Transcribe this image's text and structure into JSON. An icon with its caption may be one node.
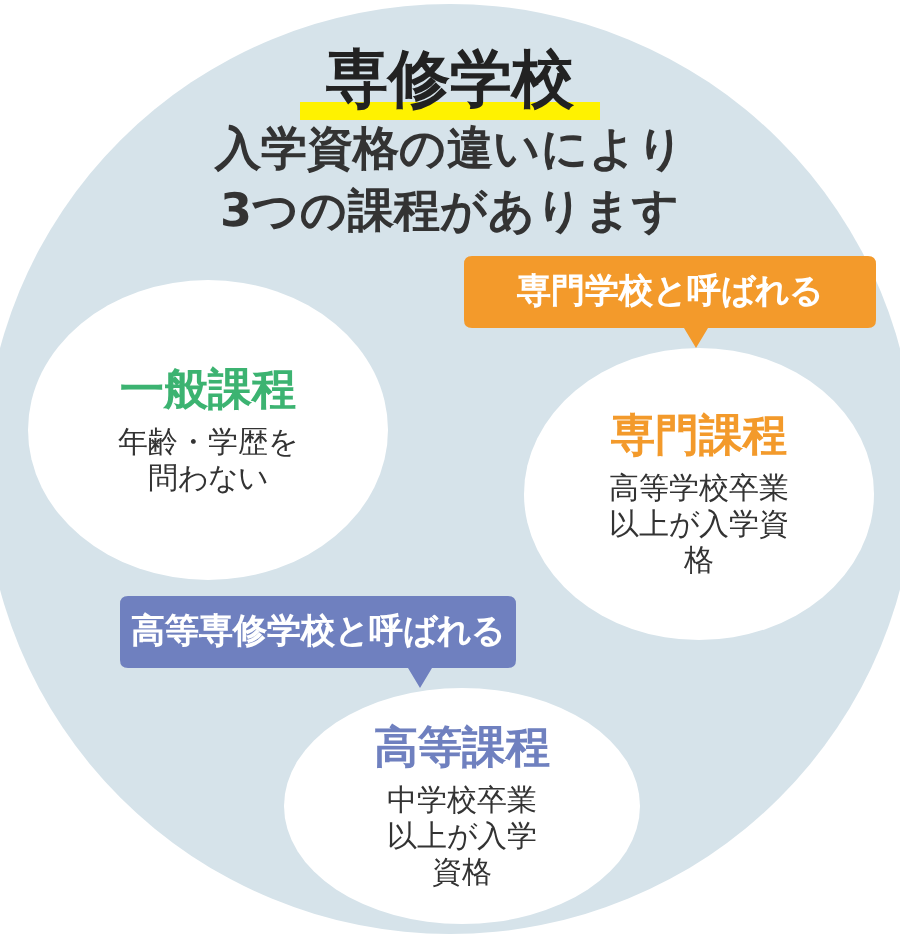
{
  "diagram": {
    "nodes": [
      {
        "text": [
          "専修学校",
          "入学資格の違いにより3つの課程があります"
        ]
      },
      {
        "text": [
          "一般課程",
          "年齢・学歴を問わない"
        ],
        "in": 0
      },
      {
        "text": [
          "専門学校と呼ばれる"
        ],
        "in": 0
      },
      {
        "text": [
          "専門課程",
          "高等学校卒業以上が入学資格"
        ],
        "in": 0
      },
      {
        "text": [
          "高等専修学校と呼ばれる"
        ],
        "in": 0
      },
      {
        "text": [
          "高等課程",
          "中学校卒業以上が入学資格"
        ],
        "in": 0
      }
    ]
  }
}
